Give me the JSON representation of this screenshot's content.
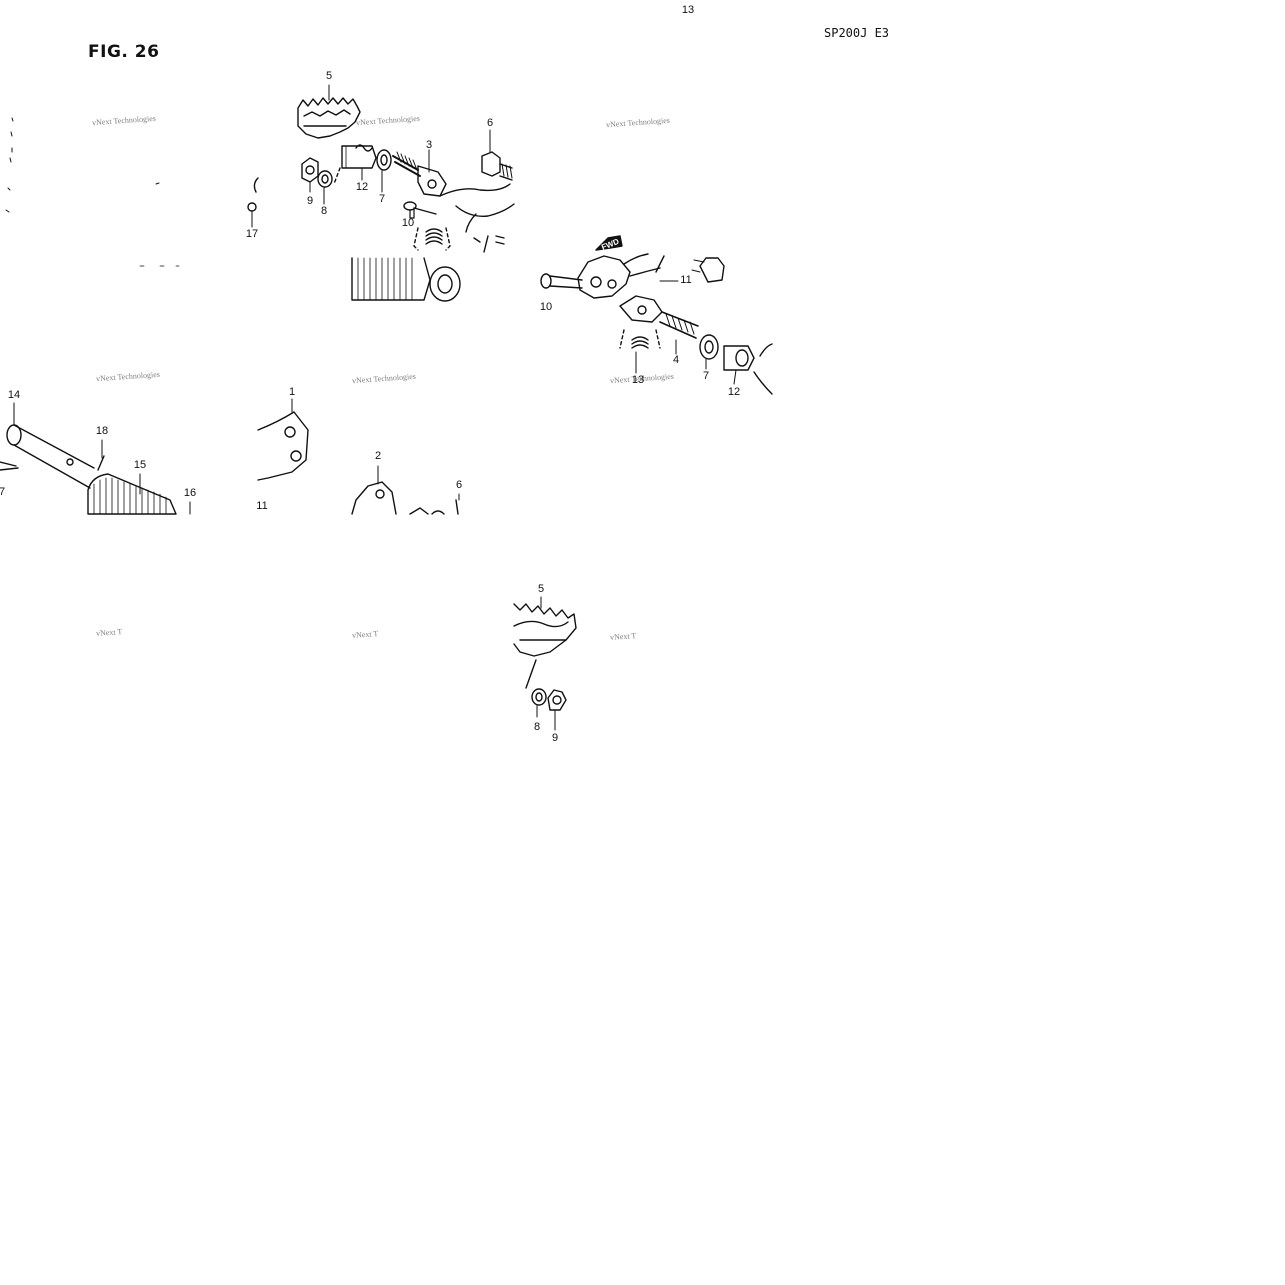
{
  "figure": {
    "title": "FIG. 26",
    "model_code": "SP200J E3"
  },
  "fwd_label": "FWD",
  "watermark": {
    "full": "vNext Technologies",
    "clip_a": "vNext T",
    "clip_b": "vNext T",
    "clip_c": "vNext T"
  },
  "callouts": {
    "top13": "13",
    "p1_5": "5",
    "p1_6": "6",
    "p1_3": "3",
    "p1_12": "12",
    "p1_9": "9",
    "p1_8": "8",
    "p1_7": "7",
    "p1_10": "10",
    "p1_17": "17",
    "p2_10": "10",
    "p2_11": "11",
    "p2_4": "4",
    "p2_7": "7",
    "p2_12": "12",
    "p2_13": "13",
    "p3_14": "14",
    "p3_18": "18",
    "p3_15": "15",
    "p3_16": "16",
    "p3_7": "7",
    "p4_1": "1",
    "p4_2": "2",
    "p4_6": "6",
    "p4_11": "11",
    "p5_5": "5",
    "p5_8": "8",
    "p5_9": "9"
  }
}
